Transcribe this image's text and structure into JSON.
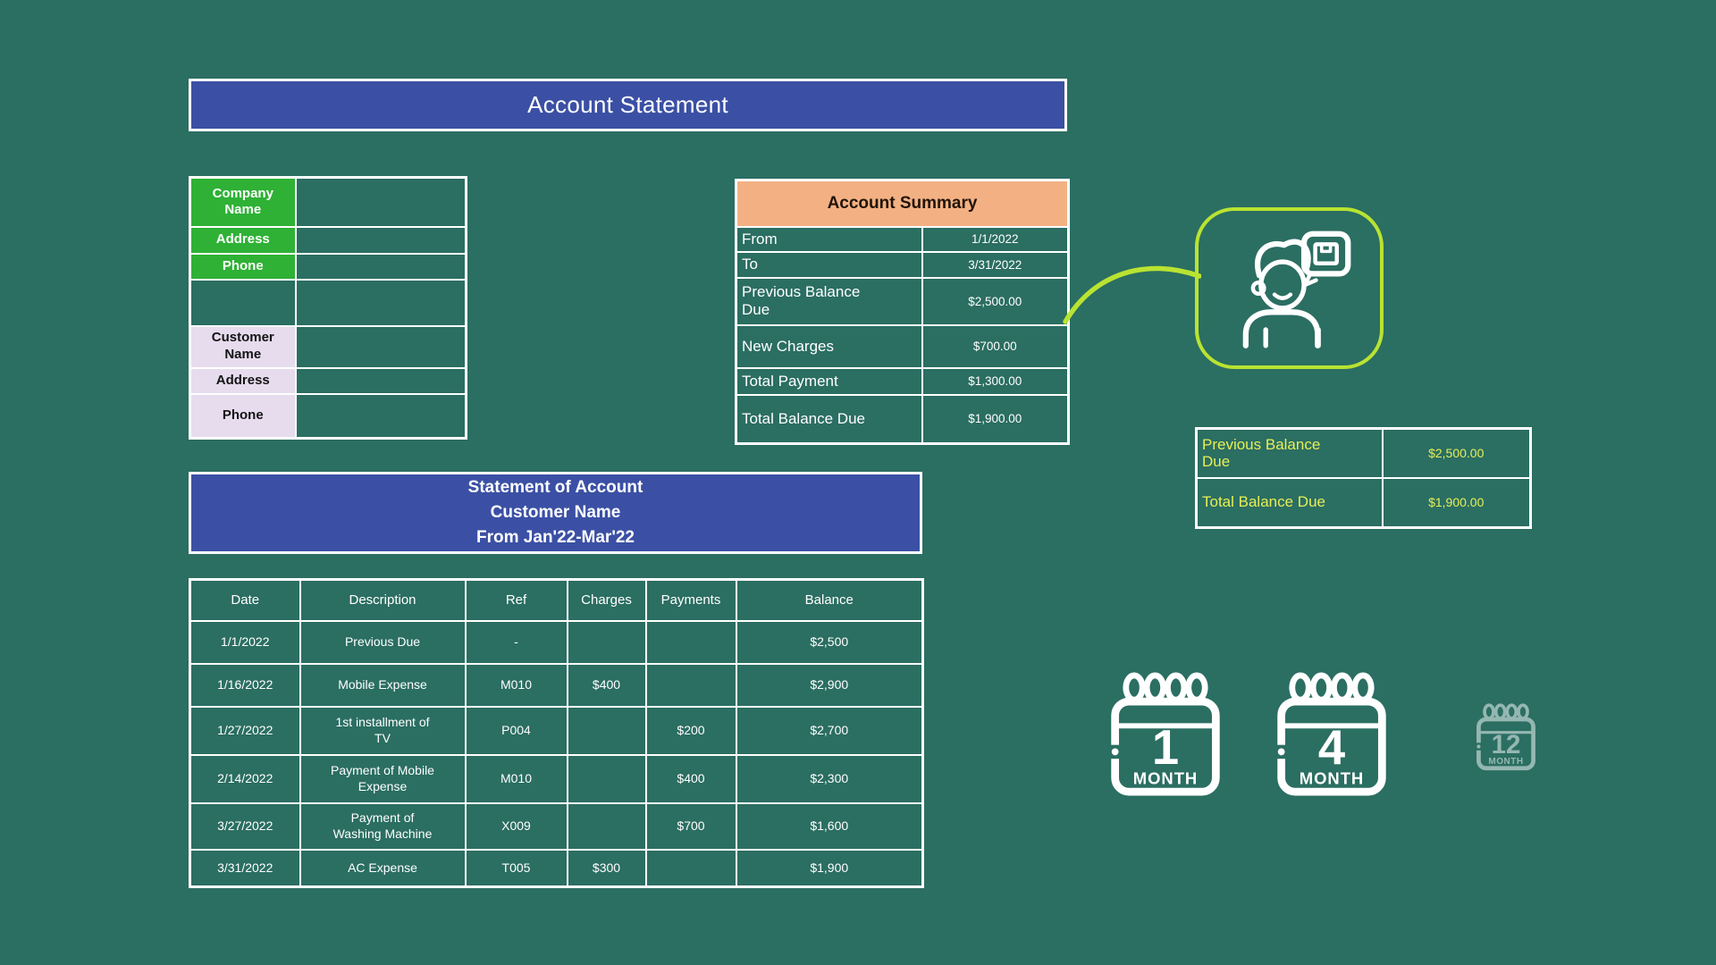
{
  "colors": {
    "background_teal": "#2b6e62",
    "banner_blue": "#3b50a4",
    "company_green": "#2eb135",
    "customer_lavender": "#e6dcee",
    "summary_peach": "#f3b183",
    "highlight_yellow_text": "#e7ef55",
    "accent_chartreuse": "#b9e331",
    "grid_white": "#ffffff"
  },
  "title_banner": {
    "text": "Account Statement"
  },
  "company_info_table": {
    "rows": [
      {
        "label": "Company Name",
        "value": ""
      },
      {
        "label": "Address",
        "value": ""
      },
      {
        "label": "Phone",
        "value": ""
      },
      {
        "label": "",
        "value": ""
      },
      {
        "label": "Customer Name",
        "value": ""
      },
      {
        "label": "Address",
        "value": ""
      },
      {
        "label": "Phone",
        "value": ""
      }
    ]
  },
  "account_summary": {
    "title": "Account Summary",
    "rows": [
      {
        "label": "From",
        "value": "1/1/2022"
      },
      {
        "label": "To",
        "value": "3/31/2022"
      },
      {
        "label": "Previous Balance Due",
        "value": "$2,500.00"
      },
      {
        "label": "New Charges",
        "value": "$700.00"
      },
      {
        "label": "Total Payment",
        "value": "$1,300.00"
      },
      {
        "label": "Total Balance Due",
        "value": "$1,900.00"
      }
    ]
  },
  "statement_banner": {
    "lines": [
      "Statement of Account",
      "Customer Name",
      "From Jan'22-Mar'22"
    ]
  },
  "transactions": {
    "columns": [
      "Date",
      "Description",
      "Ref",
      "Charges",
      "Payments",
      "Balance"
    ],
    "rows": [
      [
        "1/1/2022",
        "Previous Due",
        "-",
        "",
        "",
        "$2,500"
      ],
      [
        "1/16/2022",
        "Mobile Expense",
        "M010",
        "$400",
        "",
        "$2,900"
      ],
      [
        "1/27/2022",
        "1st installment of TV",
        "P004",
        "",
        "$200",
        "$2,700"
      ],
      [
        "2/14/2022",
        "Payment of Mobile Expense",
        "M010",
        "",
        "$400",
        "$2,300"
      ],
      [
        "3/27/2022",
        "Payment of Washing Machine",
        "X009",
        "",
        "$700",
        "$1,600"
      ],
      [
        "3/31/2022",
        "AC Expense",
        "T005",
        "$300",
        "",
        "$1,900"
      ]
    ]
  },
  "balance_highlight": {
    "rows": [
      {
        "label": "Previous Balance Due",
        "value": "$2,500.00"
      },
      {
        "label": "Total Balance Due",
        "value": "$1,900.00"
      }
    ]
  },
  "calendars": [
    {
      "number": "1",
      "label": "MONTH"
    },
    {
      "number": "4",
      "label": "MONTH"
    },
    {
      "number": "12",
      "label": "MONTH"
    }
  ],
  "icons": {
    "customer": "person-with-speech-bubble-package-icon",
    "calendar": "spiral-calendar-icon",
    "connector": "chartreuse-connector-curve"
  }
}
